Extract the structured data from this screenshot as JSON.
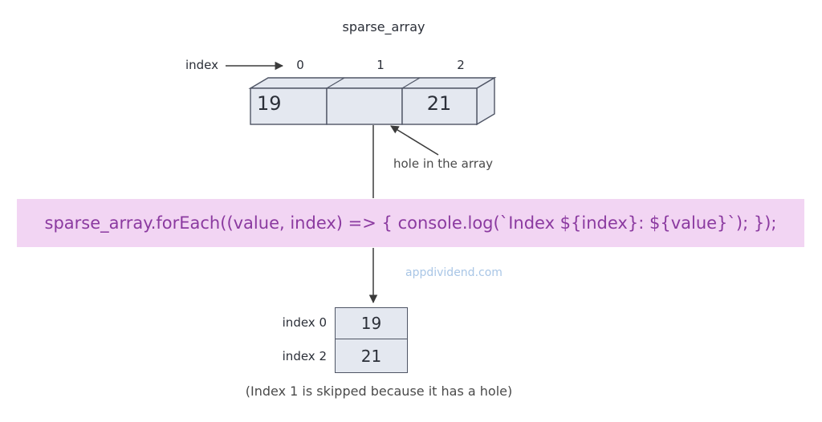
{
  "diagram": {
    "title": "sparse_array",
    "index_label": "index",
    "index_ticks": [
      "0",
      "1",
      "2"
    ],
    "array_cells": [
      {
        "index": "0",
        "value": "19"
      },
      {
        "index": "1",
        "value": ""
      },
      {
        "index": "2",
        "value": "21"
      }
    ],
    "hole_label": "hole in the array",
    "code_line": "sparse_array.forEach((value, index) => { console.log(`Index ${index}: ${value}`); });",
    "watermark": "appdividend.com",
    "result_rows": [
      {
        "label": "index 0",
        "value": "19"
      },
      {
        "label": "index 2",
        "value": "21"
      }
    ],
    "caption": "(Index 1 is skipped because it has a hole)",
    "colors": {
      "cell_fill": "#e4e8f0",
      "cell_border": "#4f5565",
      "code_bg": "#f2d5f3",
      "code_text": "#8b3aa0",
      "watermark_text": "#a9c6e6",
      "line": "#3b3b3b",
      "text": "#2b2f38",
      "caption_text": "#4a4a4a"
    }
  }
}
